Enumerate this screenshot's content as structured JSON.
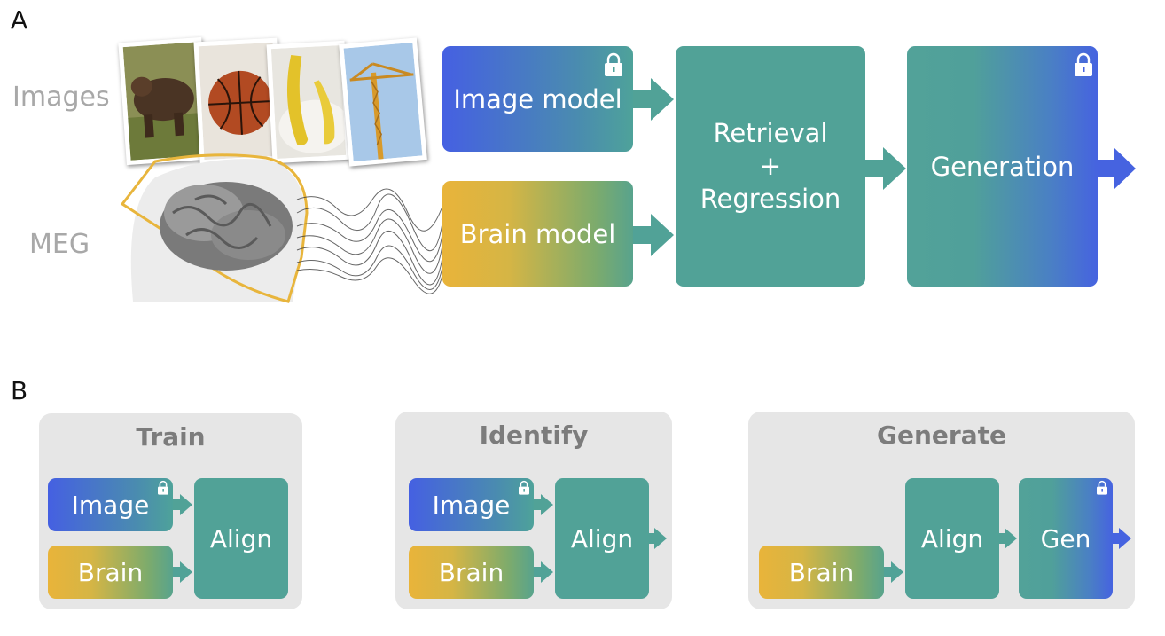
{
  "panel_a": {
    "label": "A",
    "images_label": "Images",
    "meg_label": "MEG",
    "image_model": "Image model",
    "brain_model": "Brain model",
    "retrieval_line1": "Retrieval",
    "retrieval_line2": "+",
    "retrieval_line3": "Regression",
    "generation": "Generation"
  },
  "panel_b": {
    "label": "B",
    "train": {
      "title": "Train",
      "image": "Image",
      "brain": "Brain",
      "align": "Align"
    },
    "identify": {
      "title": "Identify",
      "image": "Image",
      "brain": "Brain",
      "align": "Align"
    },
    "generate": {
      "title": "Generate",
      "brain": "Brain",
      "align": "Align",
      "gen": "Gen"
    }
  },
  "colors": {
    "teal": "#51a297",
    "image_blue": "#4560e2",
    "brain_yellow": "#e9b43a",
    "outline_yellow": "#e8b53c",
    "panel_gray": "#e6e6e6",
    "label_gray": "#a8a8a8"
  },
  "icons": [
    "lock-icon",
    "arrow-right-icon",
    "brain-icon",
    "head-outline-icon",
    "meg-trace-icon",
    "bear-photo",
    "basketball-photo",
    "banana-photo",
    "crane-photo"
  ]
}
